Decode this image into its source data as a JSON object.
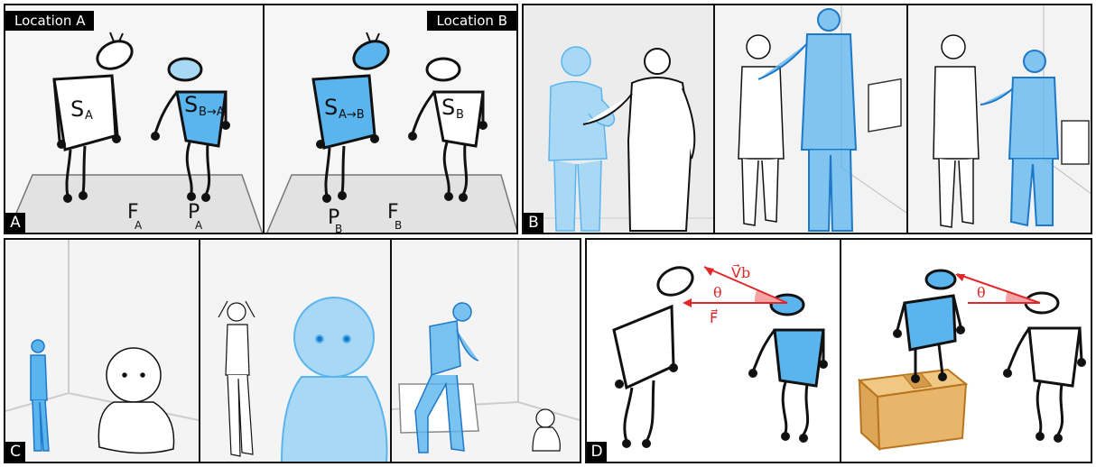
{
  "panel_a": {
    "letter": "A",
    "location_a": "Location A",
    "location_b": "Location B",
    "sa_main": "S",
    "sa_sub": "A",
    "sba_main": "S",
    "sba_sub": "B→A",
    "sab_main": "S",
    "sab_sub": "A→B",
    "sb_main": "S",
    "sb_sub": "B",
    "fa_main": "F",
    "fa_sub": "A",
    "pa_main": "P",
    "pa_sub": "A",
    "pb_main": "P",
    "pb_sub": "B",
    "fb_main": "F",
    "fb_sub": "B"
  },
  "panel_b": {
    "letter": "B"
  },
  "panel_c": {
    "letter": "C"
  },
  "panel_d": {
    "letter": "D",
    "vb_label": "V⃗b",
    "theta_left": "θ",
    "f_label": "F⃗",
    "theta_right": "θ"
  },
  "colors": {
    "avatar_blue": "#5ab4ee",
    "light_blue": "#a9d8f5",
    "red": "#e0282b",
    "box": "#e8b66a"
  }
}
